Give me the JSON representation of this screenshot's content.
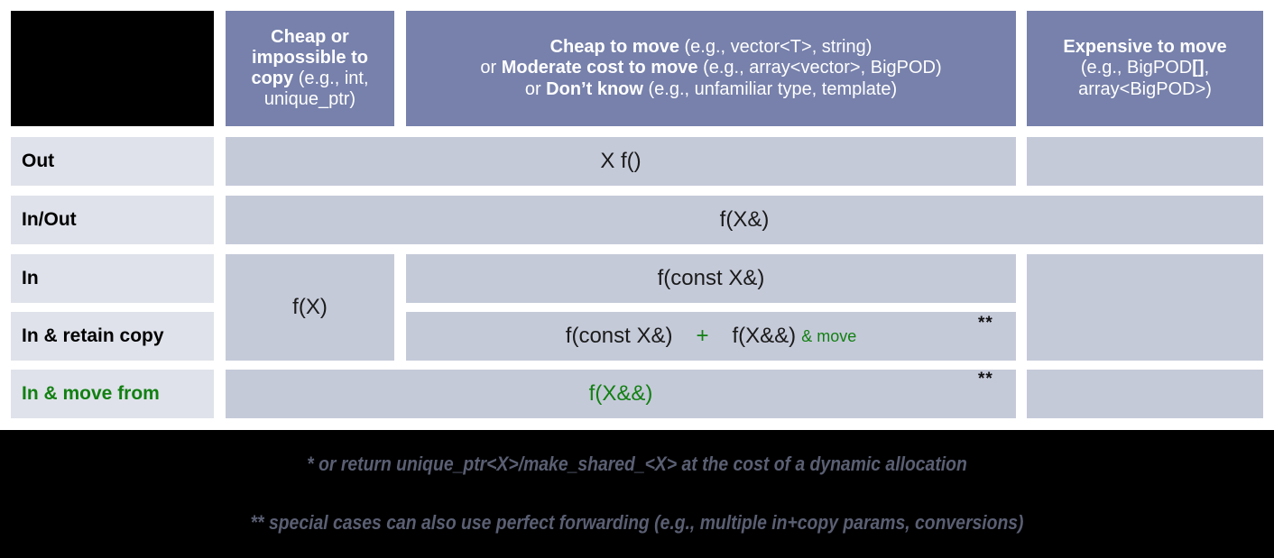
{
  "table": {
    "corner": {
      "label": ""
    },
    "columns": [
      {
        "id": "cheap-or-impossible-to-copy",
        "bold_lead": "Cheap or impossible to copy",
        "rest": " (e.g., int, unique_ptr)"
      },
      {
        "id": "cheap-to-move",
        "line1_bold": "Cheap to move",
        "line1_rest": " (e.g., vector<T>, string)",
        "line2_pre": "or ",
        "line2_bold": "Moderate cost to move",
        "line2_rest": " (e.g., array<vector>, BigPOD)",
        "line3_pre": "or ",
        "line3_bold": "Don’t know",
        "line3_rest": " (e.g., unfamiliar type, template)"
      },
      {
        "id": "expensive-to-move",
        "line1_bold": "Expensive to move",
        "line2": "(e.g., BigPOD",
        "line2_bold": "[]",
        "line2_end": ",",
        "line3": "array<BigPOD>)"
      }
    ],
    "rows": [
      {
        "id": "out",
        "label": "Out",
        "green": false
      },
      {
        "id": "in-out",
        "label": "In/Out",
        "green": false
      },
      {
        "id": "in",
        "label": "In",
        "green": false
      },
      {
        "id": "in-retain-copy",
        "label": "In & retain copy",
        "green": false
      },
      {
        "id": "in-move-from",
        "label": "In & move from",
        "green": true
      }
    ],
    "cells": {
      "out_wide": "X f()",
      "inout_wide": "f(X&)",
      "in_fx": "f(X)",
      "in_constref": "f(const X&)",
      "retain_constref": "f(const X&)",
      "retain_plus": "+",
      "retain_rvalue": "f(X&&)",
      "retain_move": "& move",
      "movefrom_rvalue": "f(X&&)"
    },
    "markers": {
      "retain_copy_mark": "**",
      "move_from_mark": "**"
    }
  },
  "footnotes": {
    "one": "* or return unique_ptr<X>/make_shared_<X> at the cost of a dynamic allocation",
    "two": "** special cases can also use perfect forwarding (e.g., multiple in+copy params, conversions)"
  },
  "colors": {
    "header_bg": "#7781ab",
    "body_cell_bg": "#c5cad9",
    "row_label_bg": "#dfe2ea",
    "green": "#128012",
    "footnote_text": "#5a5f73",
    "band_bg": "#000000"
  }
}
